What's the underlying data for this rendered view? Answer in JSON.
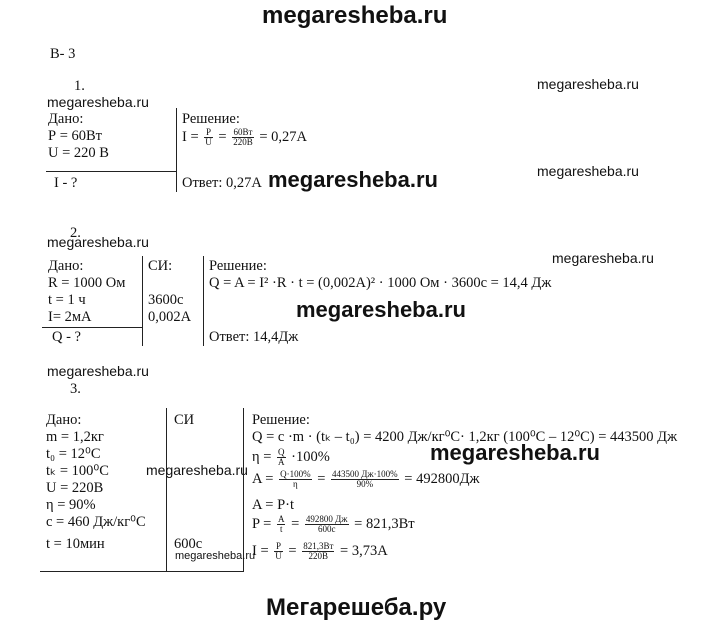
{
  "header": {
    "watermark": "megaresheba.ru"
  },
  "variant": "В- 3",
  "watermarks": {
    "w1": "megaresheba.ru",
    "w2": "megaresheba.ru",
    "w3": "megaresheba.ru",
    "w4": "megaresheba.ru",
    "w5": "megaresheba.ru",
    "w6": "megaresheba.ru",
    "w7": "megaresheba.ru",
    "w8": "megaresheba.ru",
    "w9": "megaresheba.ru",
    "w10": "megaresheba.ru",
    "w11": "megaresheba.ru"
  },
  "task1": {
    "number": "1.",
    "given_label": "Дано:",
    "given": [
      "Р = 60Вт",
      "U = 220 В"
    ],
    "find": "I - ?",
    "solution_label": "Решение:",
    "formula_prefix": "I =",
    "frac1_num": "P",
    "frac1_den": "U",
    "frac2_num": "60Вт",
    "frac2_den": "220В",
    "formula_result": "= 0,27А",
    "answer": "Ответ: 0,27А"
  },
  "task2": {
    "number": "2.",
    "given_label": "Дано:",
    "given": [
      "R = 1000 Ом",
      "t = 1 ч",
      "I= 2мА"
    ],
    "find": "Q - ?",
    "si_label": "СИ:",
    "si": [
      "3600с",
      "0,002А"
    ],
    "solution_label": "Решение:",
    "formula": "Q = A = I² ·R · t = (0,002A)² · 1000 Ом · 3600с = 14,4 Дж",
    "answer": "Ответ: 14,4Дж"
  },
  "task3": {
    "number": "3.",
    "given_label": "Дано:",
    "given": [
      "m = 1,2кг",
      "t₀ = 12⁰С",
      "tₖ = 100⁰С",
      "U = 220В",
      "η = 90%",
      "c = 460 Дж/кг⁰С",
      "t = 10мин"
    ],
    "si_label": "СИ",
    "si_value": "600с",
    "solution_label": "Решение:",
    "line1": "Q = с ·m · (tₖ – t₀) = 4200 Дж/кг⁰С· 1,2кг (100⁰С – 12⁰С) = 443500 Дж",
    "line2_prefix": "η =",
    "line2_num": "Q",
    "line2_den": "A",
    "line2_suffix": "·100%",
    "line3_prefix": "A =",
    "line3_num1": "Q·100%",
    "line3_den1": "η",
    "line3_num2": "443500 Дж·100%",
    "line3_den2": "90%",
    "line3_result": "= 492800Дж",
    "line4": "A = P·t",
    "line5_prefix": "P =",
    "line5_num1": "A",
    "line5_den1": "t",
    "line5_num2": "492800 Дж",
    "line5_den2": "600с",
    "line5_result": "= 821,3Вт",
    "line6_prefix": "I =",
    "line6_num1": "P",
    "line6_den1": "U",
    "line6_num2": "821,3Вт",
    "line6_den2": "220В",
    "line6_result": "= 3,73А"
  },
  "footer": {
    "watermark": "Мегарешеба.ру"
  }
}
